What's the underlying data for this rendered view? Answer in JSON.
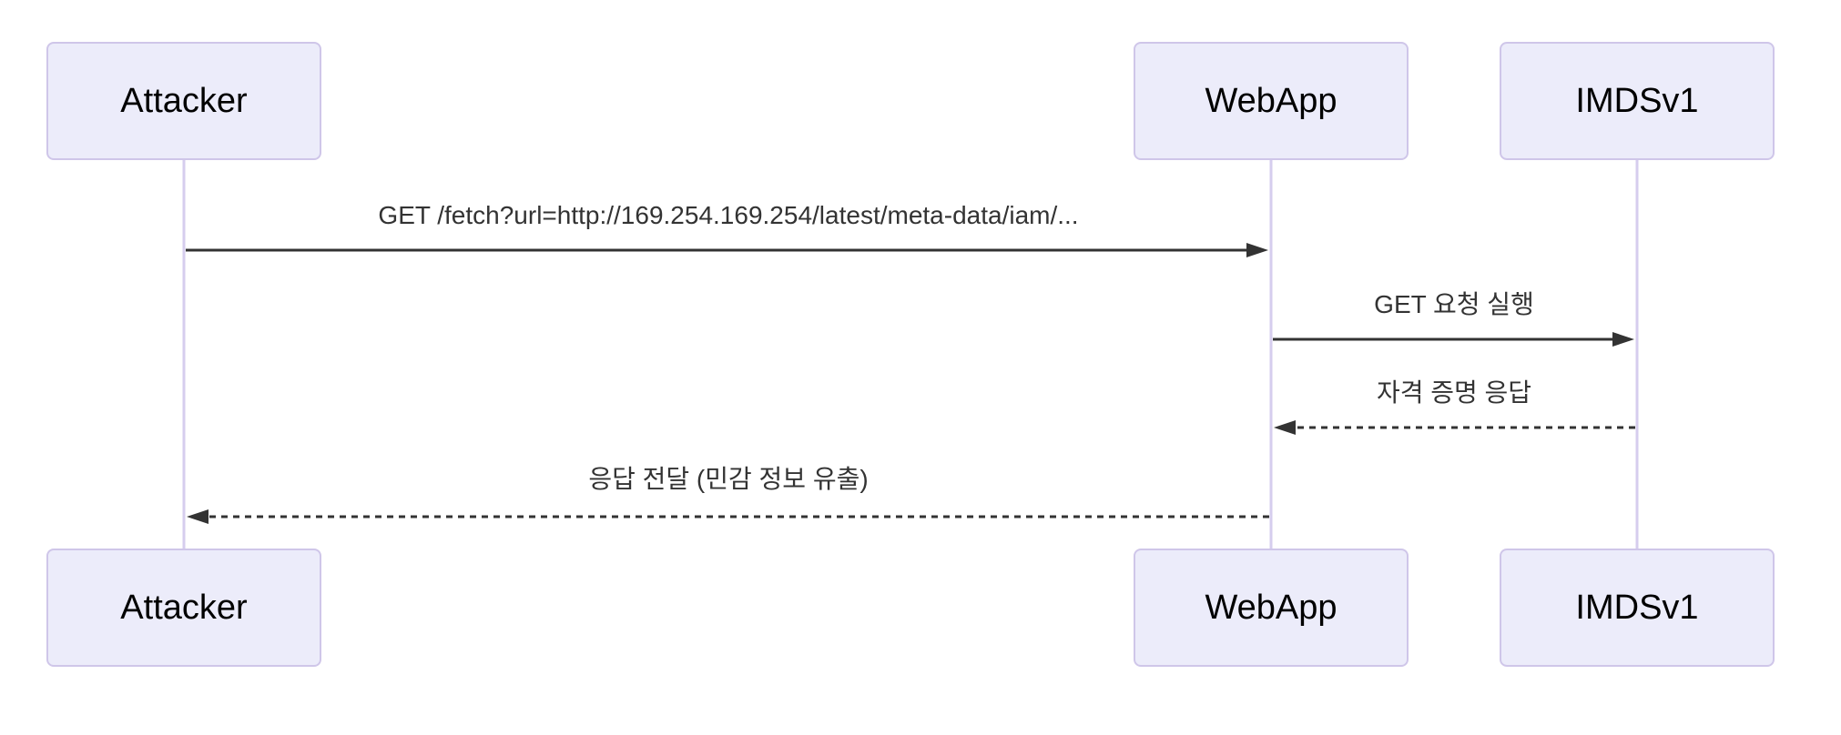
{
  "colors": {
    "actor-fill": "#ECECFA",
    "actor-border": "#CFC6E9",
    "lifeline": "#D6CDEE",
    "line": "#333333",
    "text": "#333333"
  },
  "diagram_type": "sequence",
  "actors": [
    {
      "id": "attacker",
      "label": "Attacker"
    },
    {
      "id": "webapp",
      "label": "WebApp"
    },
    {
      "id": "imdsv1",
      "label": "IMDSv1"
    }
  ],
  "messages": [
    {
      "from": "Attacker",
      "to": "WebApp",
      "style": "solid",
      "label": "GET /fetch?url=http://169.254.169.254/latest/meta-data/iam/..."
    },
    {
      "from": "WebApp",
      "to": "IMDSv1",
      "style": "solid",
      "label": "GET 요청 실행"
    },
    {
      "from": "IMDSv1",
      "to": "WebApp",
      "style": "dashed",
      "label": "자격 증명 응답"
    },
    {
      "from": "WebApp",
      "to": "Attacker",
      "style": "dashed",
      "label": "응답 전달 (민감 정보 유출)"
    }
  ]
}
